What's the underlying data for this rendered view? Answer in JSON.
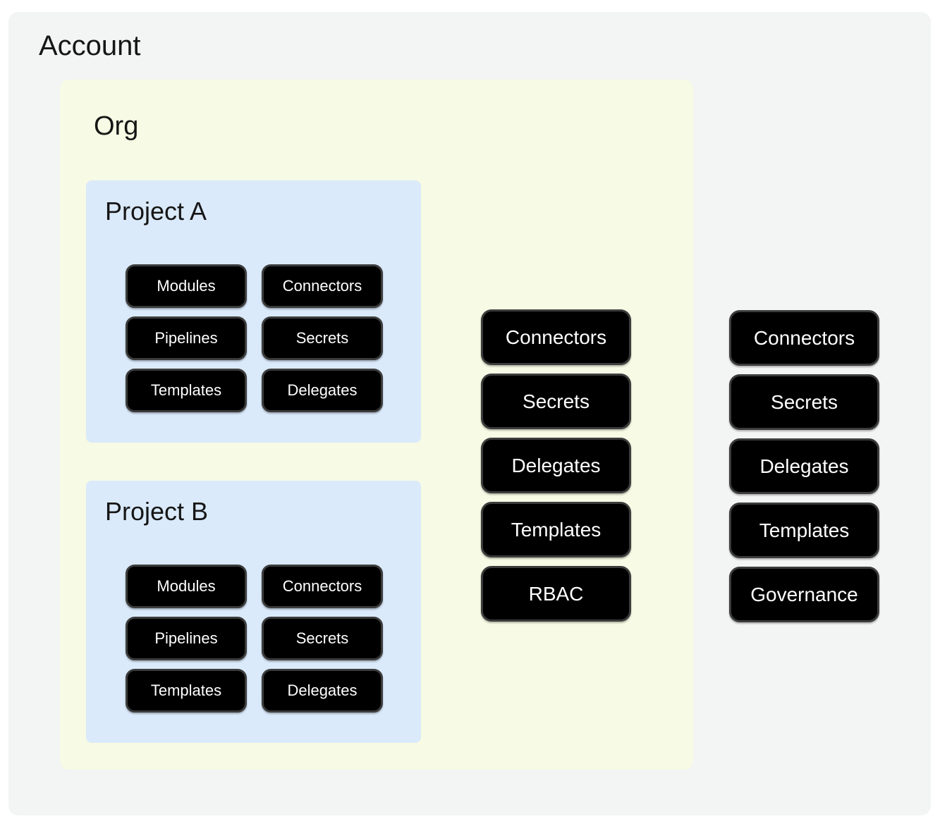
{
  "account": {
    "title": "Account",
    "org": {
      "title": "Org",
      "projects": [
        {
          "title": "Project A",
          "nodes": [
            "Modules",
            "Connectors",
            "Pipelines",
            "Secrets",
            "Templates",
            "Delegates"
          ]
        },
        {
          "title": "Project B",
          "nodes": [
            "Modules",
            "Connectors",
            "Pipelines",
            "Secrets",
            "Templates",
            "Delegates"
          ]
        }
      ],
      "nodes": [
        "Connectors",
        "Secrets",
        "Delegates",
        "Templates",
        "RBAC"
      ]
    },
    "nodes": [
      "Connectors",
      "Secrets",
      "Delegates",
      "Templates",
      "Governance"
    ]
  },
  "colors": {
    "page_bg": "#ffffff",
    "account_bg": "#f3f4f4",
    "org_bg": "#f7fae4",
    "project_bg": "#daeafb",
    "node_bg": "#000000",
    "node_border": "#3c3c3c",
    "node_text": "#ffffff",
    "title_text": "#161616"
  }
}
